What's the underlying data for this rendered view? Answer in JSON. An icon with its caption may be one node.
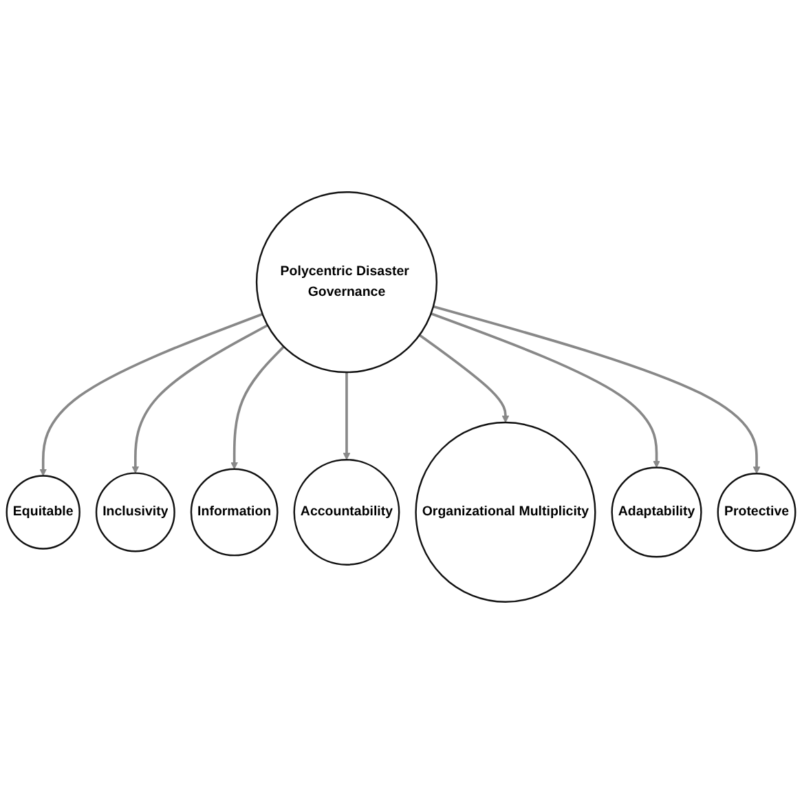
{
  "diagram": {
    "nodes": [
      {
        "text": [
          "Polycentric Disaster Governance"
        ]
      },
      {
        "text": [
          "Equitable"
        ]
      },
      {
        "text": [
          "Inclusivity"
        ]
      },
      {
        "text": [
          "Information"
        ]
      },
      {
        "text": [
          "Accountability"
        ]
      },
      {
        "text": [
          "Organizational Multiplicity"
        ]
      },
      {
        "text": [
          "Adaptability"
        ]
      },
      {
        "text": [
          "Protective"
        ]
      }
    ],
    "edges": [
      {
        "from": 0,
        "to": 1,
        "arrow": "to"
      },
      {
        "from": 0,
        "to": 2,
        "arrow": "to"
      },
      {
        "from": 0,
        "to": 3,
        "arrow": "to"
      },
      {
        "from": 0,
        "to": 4,
        "arrow": "to"
      },
      {
        "from": 0,
        "to": 5,
        "arrow": "to"
      },
      {
        "from": 0,
        "to": 6,
        "arrow": "to"
      },
      {
        "from": 0,
        "to": 7,
        "arrow": "to"
      }
    ]
  }
}
